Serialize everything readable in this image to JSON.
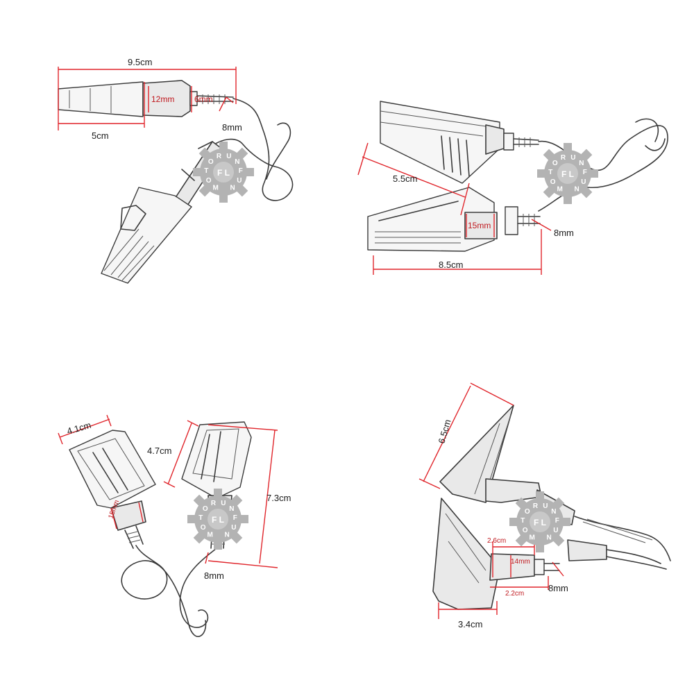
{
  "panels": {
    "top_left": {
      "total_length": "9.5cm",
      "body_length": "5cm",
      "neck_diameter": "12mm",
      "stem_diameter": "6mm",
      "bolt": "8mm"
    },
    "top_right": {
      "side_length": "5.5cm",
      "total_length": "8.5cm",
      "neck_diameter": "15mm",
      "bolt": "8mm"
    },
    "bottom_left": {
      "width": "4.1cm",
      "height": "4.7cm",
      "total_length": "7.3cm",
      "neck_diameter": "15mm",
      "bolt": "8mm"
    },
    "bottom_right": {
      "height": "6.5cm",
      "neck_length": "2.6cm",
      "neck_diameter": "14mm",
      "stem_length": "2.2cm",
      "base_width": "3.4cm",
      "bolt": "8mm"
    }
  },
  "watermark": {
    "center": "F L",
    "ring_text": [
      "M",
      "O",
      "T",
      "O",
      "R",
      "U",
      "N",
      "F",
      "U",
      "N"
    ]
  },
  "colors": {
    "dimension_line": "#e0242a",
    "watermark": "#b3b3b3",
    "ink": "#3a3a3a"
  }
}
